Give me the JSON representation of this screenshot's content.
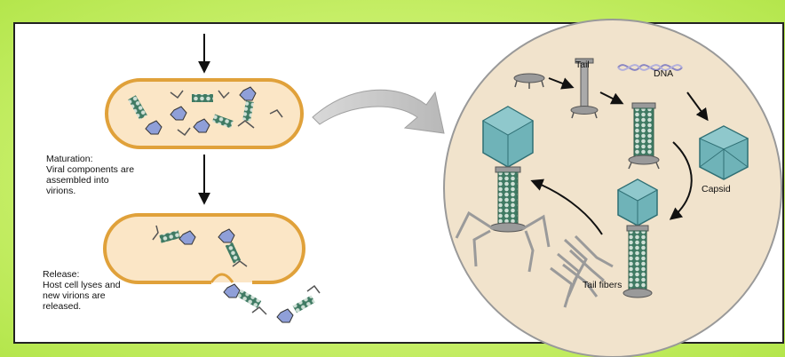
{
  "labels": {
    "maturation_title": "Maturation:",
    "maturation_line1": "Viral components are",
    "maturation_line2": "assembled into",
    "maturation_line3": "virions.",
    "release_title": "Release:",
    "release_line1": "Host cell lyses and",
    "release_line2": "new virions are",
    "release_line3": "released.",
    "tail": "Tail",
    "dna": "DNA",
    "capsid": "Capsid",
    "tail_fibers": "Tail fibers"
  },
  "colors": {
    "background_green": "#c8ef6a",
    "cell_fill": "#fbe6c6",
    "cell_border": "#e0a13a",
    "capsid_fill": "#6fb3b8",
    "capsid_dark": "#4a8f94",
    "head_blue": "#8f9fd8",
    "sheath_green": "#3f7a63",
    "circle_fill": "#f1e3cc",
    "fiber_gray": "#9a9a9a"
  }
}
